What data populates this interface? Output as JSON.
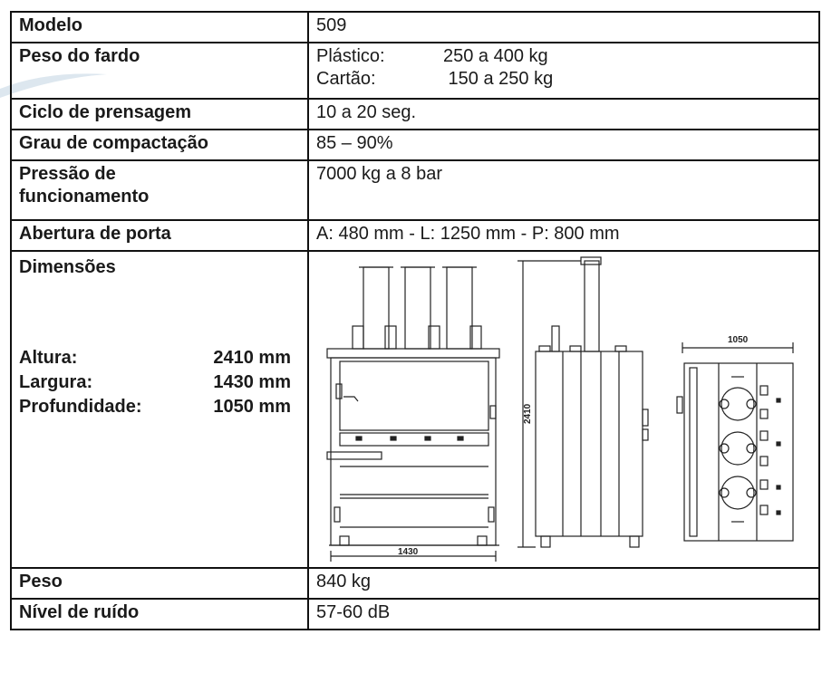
{
  "table": {
    "model": {
      "label": "Modelo",
      "value": "509"
    },
    "bale_weight": {
      "label": "Peso do fardo",
      "lines": [
        {
          "key": "Plástico:",
          "value": "250 a 400 kg"
        },
        {
          "key": "Cartão:",
          "value": " 150 a 250 kg"
        }
      ]
    },
    "press_cycle": {
      "label": "Ciclo de prensagem",
      "value": "10 a 20 seg."
    },
    "compaction": {
      "label": "Grau de compactação",
      "value": "85 – 90%"
    },
    "pressure": {
      "label_line1": "Pressão de",
      "label_line2": "funcionamento",
      "value": "7000 kg a 8 bar"
    },
    "door_opening": {
      "label": "Abertura de porta",
      "value": "A: 480 mm - L: 1250 mm - P: 800 mm"
    },
    "dimensions": {
      "label": "Dimensões",
      "height": {
        "key": "Altura:",
        "value": "2410 mm"
      },
      "width": {
        "key": "Largura:",
        "value": "1430 mm"
      },
      "depth": {
        "key": "Profundidade:",
        "value": "1050 mm"
      },
      "drawing": {
        "front_width": "1430",
        "side_height": "2410",
        "top_depth": "1050"
      }
    },
    "weight": {
      "label": "Peso",
      "value": "840 kg"
    },
    "noise": {
      "label": "Nível de ruído",
      "value": "57-60 dB"
    }
  }
}
